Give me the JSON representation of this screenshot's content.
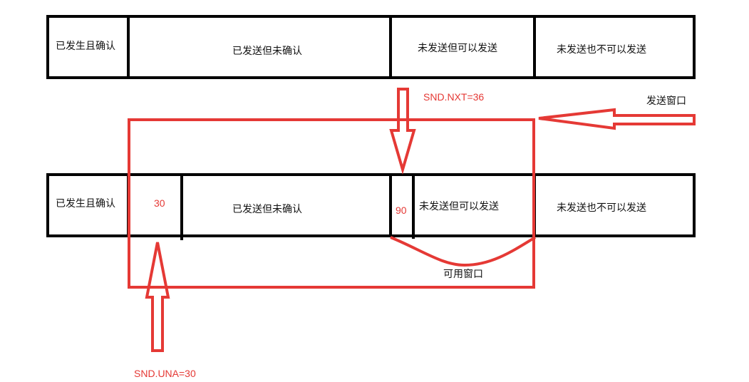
{
  "top_bar": {
    "segments": [
      "已发生且确认",
      "已发送但未确认",
      "未发送但可以发送",
      "未发送也不可以发送"
    ]
  },
  "bottom_bar": {
    "segments": [
      "已发生且确认",
      "已发送但未确认",
      "未发送但可以发送",
      "未发送也不可以发送"
    ],
    "una_value": "30",
    "nxt_value": "90"
  },
  "annotations": {
    "snd_nxt": "SND.NXT=36",
    "snd_una": "SND.UNA=30",
    "send_window": "发送窗口",
    "usable_window": "可用窗口"
  },
  "colors": {
    "bar_stroke": "#000000",
    "annotation": "#e53935"
  }
}
